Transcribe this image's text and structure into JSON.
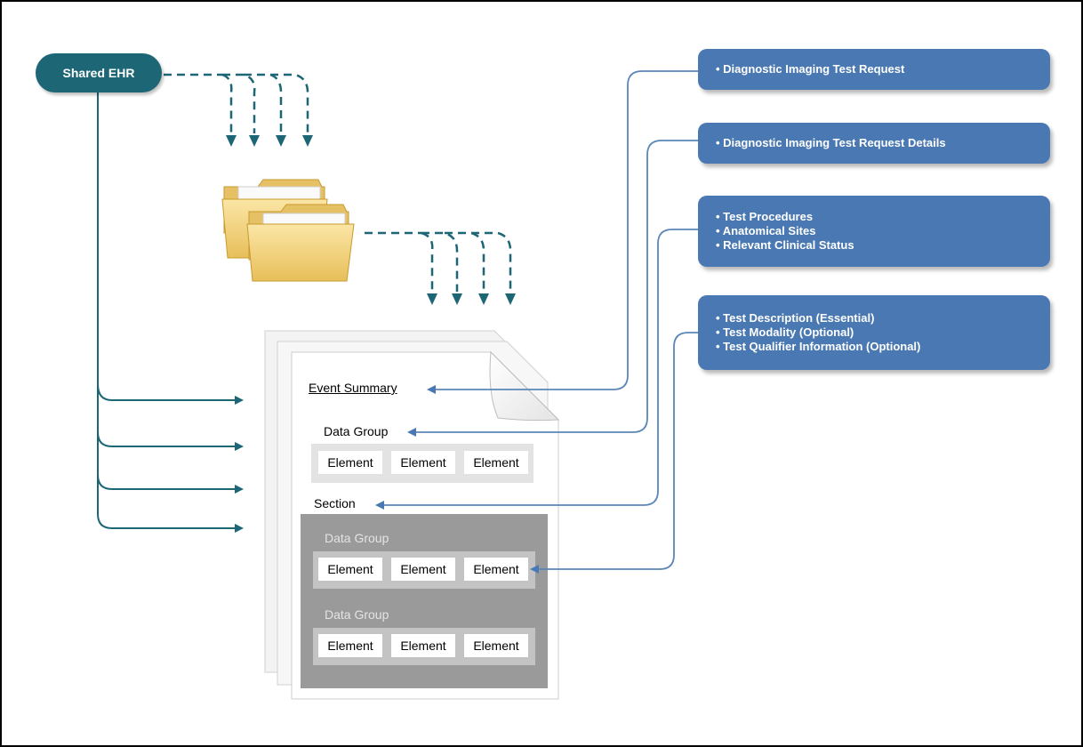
{
  "source": {
    "label": "Shared EHR"
  },
  "callouts": [
    {
      "items": [
        "Diagnostic Imaging Test Request"
      ]
    },
    {
      "items": [
        "Diagnostic Imaging Test Request Details"
      ]
    },
    {
      "items": [
        "Test Procedures",
        "Anatomical Sites",
        "Relevant Clinical Status"
      ]
    },
    {
      "items": [
        "Test Description (Essential)",
        "Test Modality (Optional)",
        "Test Qualifier Information (Optional)"
      ]
    }
  ],
  "document": {
    "event_summary": "Event Summary",
    "data_group_1": {
      "label": "Data Group",
      "elements": [
        "Element",
        "Element",
        "Element"
      ]
    },
    "section": {
      "label": "Section",
      "groups": [
        {
          "label": "Data Group",
          "elements": [
            "Element",
            "Element",
            "Element"
          ]
        },
        {
          "label": "Data Group",
          "elements": [
            "Element",
            "Element",
            "Element"
          ]
        }
      ]
    }
  },
  "colors": {
    "teal": "#1d6675",
    "callout_blue": "#4a78b2",
    "connector_blue": "#5b86b8"
  }
}
